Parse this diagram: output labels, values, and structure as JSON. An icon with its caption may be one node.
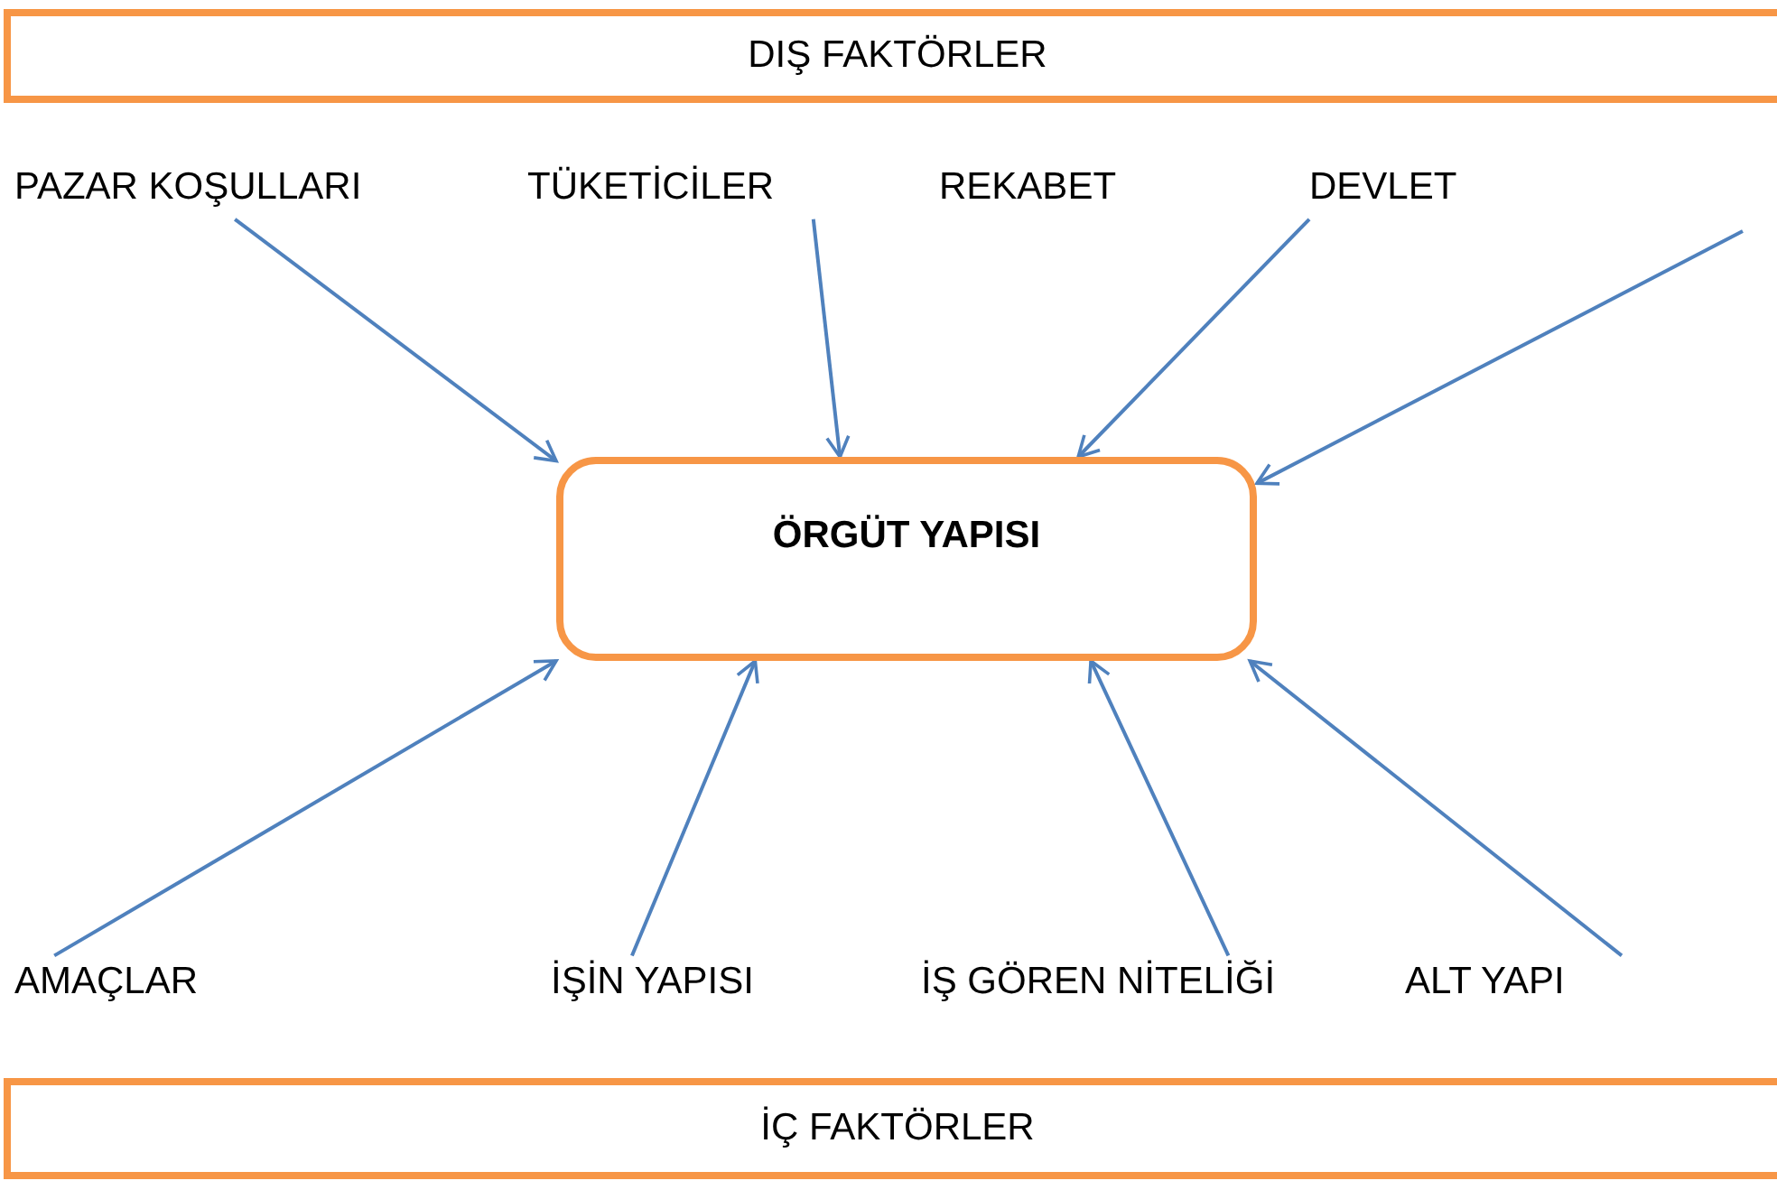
{
  "diagram": {
    "nodes": [
      {
        "text": [
          "DIŞ FAKTÖRLER"
        ]
      },
      {
        "text": [
          "PAZAR KOŞULLARI"
        ]
      },
      {
        "text": [
          "TÜKETİCİLER"
        ]
      },
      {
        "text": [
          "REKABET"
        ]
      },
      {
        "text": [
          "DEVLET"
        ]
      },
      {
        "text": [
          "ÖRGÜT YAPISI"
        ]
      },
      {
        "text": [
          "AMAÇLAR"
        ]
      },
      {
        "text": [
          "İŞİN YAPISI"
        ]
      },
      {
        "text": [
          "İŞ GÖREN NİTELİĞİ"
        ]
      },
      {
        "text": [
          "ALT YAPI"
        ]
      },
      {
        "text": [
          "İÇ FAKTÖRLER"
        ]
      }
    ],
    "edges": [
      {
        "from": 1,
        "to": 5,
        "arrow": "to"
      },
      {
        "from": 2,
        "to": 5,
        "arrow": "to"
      },
      {
        "from": 4,
        "to": 5,
        "arrow": "to"
      },
      {
        "from": null,
        "to": 5,
        "arrow": "to"
      },
      {
        "from": 6,
        "to": 5,
        "arrow": "to"
      },
      {
        "from": 7,
        "to": 5,
        "arrow": "to"
      },
      {
        "from": 8,
        "to": 5,
        "arrow": "to"
      },
      {
        "from": 9,
        "to": 5,
        "arrow": "to"
      }
    ]
  }
}
